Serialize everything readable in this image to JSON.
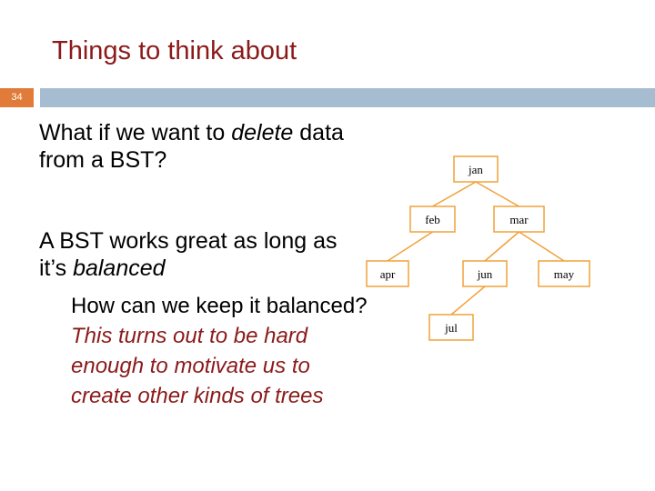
{
  "slide": {
    "title": "Things to think about",
    "number": "34",
    "bullets": [
      {
        "pre": "What if we want to ",
        "em": "delete",
        "post": " data from a BST?"
      },
      {
        "pre": "A BST works great as long as it’s ",
        "em": "balanced",
        "post": ""
      }
    ],
    "sub_bullet": {
      "plain": "How can we keep it balanced?  ",
      "emph": "This turns out to be hard enough to motivate us to create other kinds of trees"
    }
  },
  "tree": {
    "nodes": [
      {
        "id": "jan",
        "label": "jan"
      },
      {
        "id": "feb",
        "label": "feb"
      },
      {
        "id": "mar",
        "label": "mar"
      },
      {
        "id": "apr",
        "label": "apr"
      },
      {
        "id": "jun",
        "label": "jun"
      },
      {
        "id": "may",
        "label": "may"
      },
      {
        "id": "jul",
        "label": "jul"
      }
    ],
    "edges": [
      [
        "jan",
        "feb"
      ],
      [
        "jan",
        "mar"
      ],
      [
        "feb",
        "apr"
      ],
      [
        "mar",
        "jun"
      ],
      [
        "mar",
        "may"
      ],
      [
        "jun",
        "jul"
      ]
    ]
  }
}
